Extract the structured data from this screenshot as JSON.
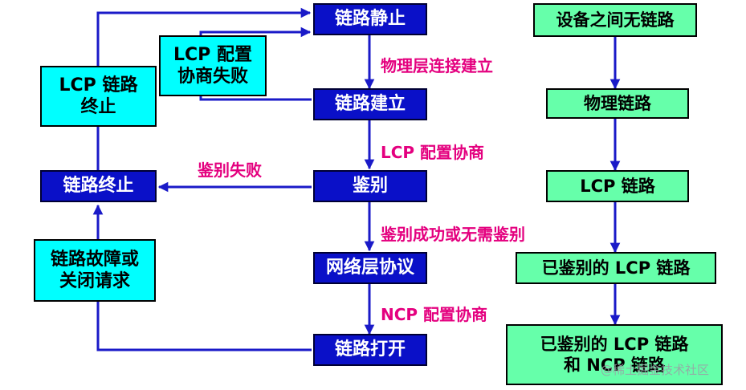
{
  "colors": {
    "state_fill": "#0a10c8",
    "note_fill": "#00ffff",
    "link_fill": "#66ffaa",
    "arrow": "#1a1ac8",
    "label": "#e4007f"
  },
  "states": {
    "dead": "链路静止",
    "establish": "链路建立",
    "authenticate": "鉴别",
    "network": "网络层协议",
    "open": "链路打开",
    "terminate": "链路终止"
  },
  "notes": {
    "lcp_fail": "LCP 配置\n协商失败",
    "lcp_terminate": "LCP 链路\n终止",
    "fault": "链路故障或\n关闭请求"
  },
  "transitions": {
    "phys_up": "物理层连接建立",
    "lcp_negotiate": "LCP 配置协商",
    "auth_fail": "鉴别失败",
    "auth_ok": "鉴别成功或无需鉴别",
    "ncp_negotiate": "NCP 配置协商"
  },
  "link_states": [
    "设备之间无链路",
    "物理链路",
    "LCP 链路",
    "已鉴别的 LCP 链路",
    "已鉴别的 LCP 链路\n和 NCP 链路"
  ],
  "watermark": "@稀土掘金技术社区"
}
